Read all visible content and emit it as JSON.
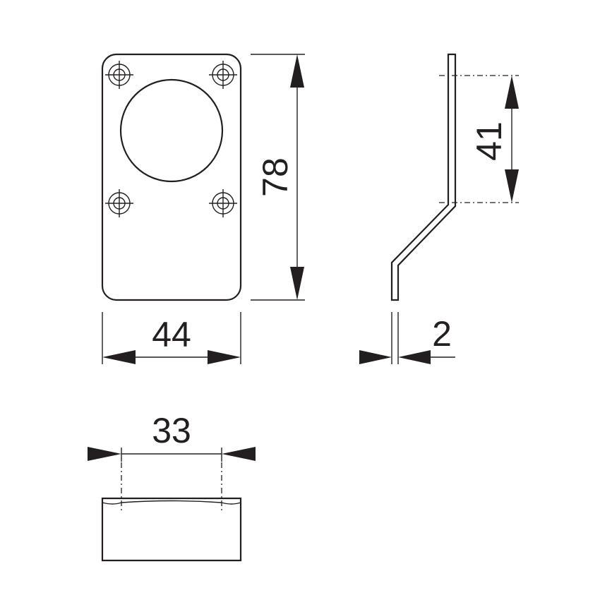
{
  "drawing": {
    "dimensions": {
      "plate_width": "44",
      "plate_height": "78",
      "bend_length": "41",
      "thickness": "2",
      "hole_spacing": "33"
    }
  }
}
